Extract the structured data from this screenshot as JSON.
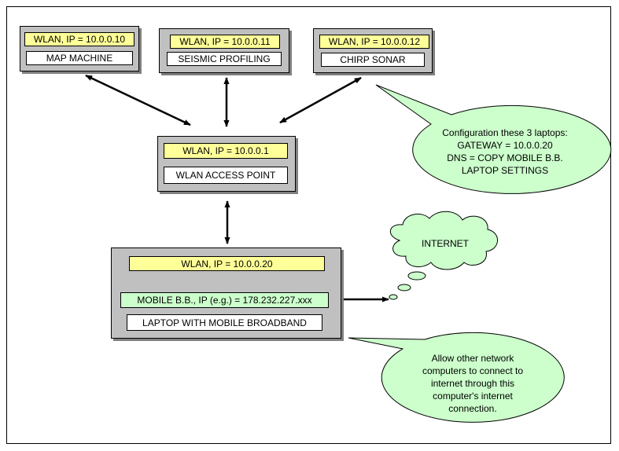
{
  "nodes": {
    "map_machine": {
      "ip": "WLAN, IP = 10.0.0.10",
      "name": "MAP MACHINE"
    },
    "seismic": {
      "ip": "WLAN, IP = 10.0.0.11",
      "name": "SEISMIC PROFILING"
    },
    "chirp": {
      "ip": "WLAN, IP = 10.0.0.12",
      "name": "CHIRP SONAR"
    },
    "access_point": {
      "ip": "WLAN, IP = 10.0.0.1",
      "name": "WLAN ACCESS POINT"
    },
    "laptop": {
      "ip": "WLAN, IP = 10.0.0.20",
      "broadband": "MOBILE B.B., IP (e.g.) = 178.232.227.xxx",
      "name": "LAPTOP WITH MOBILE BROADBAND"
    }
  },
  "internet": {
    "label": "INTERNET"
  },
  "callouts": {
    "config": {
      "line1": "Configuration these 3 laptops:",
      "line2": "GATEWAY = 10.0.0.20",
      "line3": "DNS = COPY MOBILE B.B.",
      "line4": "LAPTOP SETTINGS"
    },
    "sharing": {
      "line1": "Allow other network",
      "line2": "computers to connect to",
      "line3": "internet through this",
      "line4": "computer's internet",
      "line5": "connection."
    }
  },
  "colors": {
    "node_fill": "#c0c0c0",
    "ip_fill": "#ffff99",
    "broadband_fill": "#ccffcc",
    "callout_fill": "#ccffcc",
    "cloud_fill": "#ccffcc"
  }
}
